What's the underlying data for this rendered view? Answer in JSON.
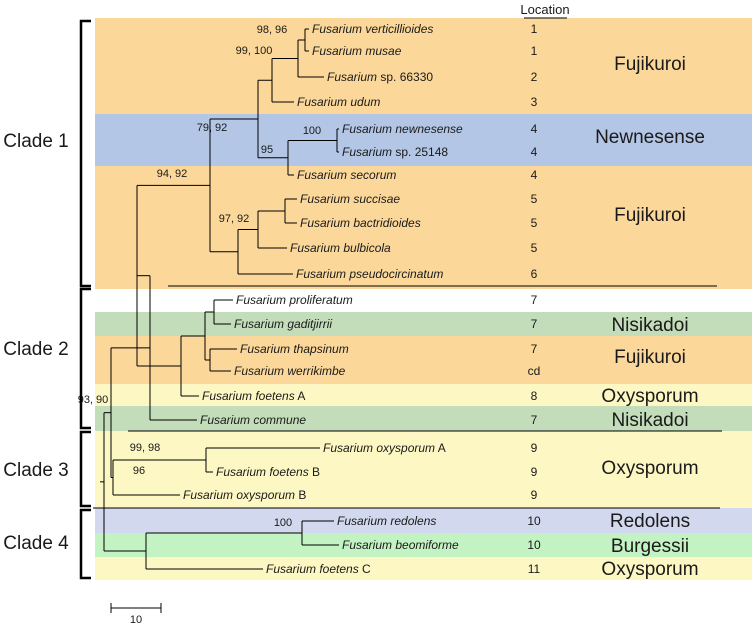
{
  "header": {
    "location_label": "Location"
  },
  "colors": {
    "fujikuroi": "#fbd89a",
    "newnesense": "#b3c6e6",
    "nisikadoi": "#c3dcba",
    "oxysporum": "#fdf7c3",
    "redolens": "#d2d9ee",
    "burgessii": "#c3f2c3",
    "line": "#000000"
  },
  "clades": [
    {
      "label": "Clade 1"
    },
    {
      "label": "Clade 2"
    },
    {
      "label": "Clade 3"
    },
    {
      "label": "Clade 4"
    }
  ],
  "taxa": [
    {
      "genus": "Fusarium",
      "epithet": "verticillioides",
      "qualifier": "",
      "location": "1"
    },
    {
      "genus": "Fusarium",
      "epithet": "musae",
      "qualifier": "",
      "location": "1"
    },
    {
      "genus": "Fusarium",
      "epithet": "",
      "qualifier": "sp. 66330",
      "location": "2"
    },
    {
      "genus": "Fusarium",
      "epithet": "udum",
      "qualifier": "",
      "location": "3"
    },
    {
      "genus": "Fusarium",
      "epithet": "newnesense",
      "qualifier": "",
      "location": "4"
    },
    {
      "genus": "Fusarium",
      "epithet": "",
      "qualifier": "sp. 25148",
      "location": "4"
    },
    {
      "genus": "Fusarium",
      "epithet": "secorum",
      "qualifier": "",
      "location": "4"
    },
    {
      "genus": "Fusarium",
      "epithet": "succisae",
      "qualifier": "",
      "location": "5"
    },
    {
      "genus": "Fusarium",
      "epithet": "bactridioides",
      "qualifier": "",
      "location": "5"
    },
    {
      "genus": "Fusarium",
      "epithet": "bulbicola",
      "qualifier": "",
      "location": "5"
    },
    {
      "genus": "Fusarium",
      "epithet": "pseudocircinatum",
      "qualifier": "",
      "location": "6"
    },
    {
      "genus": "Fusarium",
      "epithet": "proliferatum",
      "qualifier": "",
      "location": "7"
    },
    {
      "genus": "Fusarium",
      "epithet": "gaditjirrii",
      "qualifier": "",
      "location": "7"
    },
    {
      "genus": "Fusarium",
      "epithet": "thapsinum",
      "qualifier": "",
      "location": "7"
    },
    {
      "genus": "Fusarium",
      "epithet": "werrikimbe",
      "qualifier": "",
      "location": "cd"
    },
    {
      "genus": "Fusarium",
      "epithet": "foetens",
      "qualifier": "A",
      "location": "8"
    },
    {
      "genus": "Fusarium",
      "epithet": "commune",
      "qualifier": "",
      "location": "7"
    },
    {
      "genus": "Fusarium",
      "epithet": "oxysporum",
      "qualifier": "A",
      "location": "9"
    },
    {
      "genus": "Fusarium",
      "epithet": "foetens",
      "qualifier": "B",
      "location": "9"
    },
    {
      "genus": "Fusarium",
      "epithet": "oxysporum",
      "qualifier": "B",
      "location": "9"
    },
    {
      "genus": "Fusarium",
      "epithet": "redolens",
      "qualifier": "",
      "location": "10"
    },
    {
      "genus": "Fusarium",
      "epithet": "beomiforme",
      "qualifier": "",
      "location": "10"
    },
    {
      "genus": "Fusarium",
      "epithet": "foetens",
      "qualifier": "C",
      "location": "11"
    }
  ],
  "groups": [
    {
      "name": "Fujikuroi",
      "color_key": "fujikuroi"
    },
    {
      "name": "Newnesense",
      "color_key": "newnesense"
    },
    {
      "name": "Fujikuroi",
      "color_key": "fujikuroi"
    },
    {
      "name": "Nisikadoi",
      "color_key": "nisikadoi"
    },
    {
      "name": "Fujikuroi",
      "color_key": "fujikuroi"
    },
    {
      "name": "Oxysporum",
      "color_key": "oxysporum"
    },
    {
      "name": "Nisikadoi",
      "color_key": "nisikadoi"
    },
    {
      "name": "Oxysporum",
      "color_key": "oxysporum"
    },
    {
      "name": "Redolens",
      "color_key": "redolens"
    },
    {
      "name": "Burgessii",
      "color_key": "burgessii"
    },
    {
      "name": "Oxysporum",
      "color_key": "oxysporum"
    }
  ],
  "support_values": [
    {
      "label": "98, 96"
    },
    {
      "label": "99, 100"
    },
    {
      "label": "79, 92"
    },
    {
      "label": "100"
    },
    {
      "label": "95"
    },
    {
      "label": "94, 92"
    },
    {
      "label": "97, 92"
    },
    {
      "label": "93, 90"
    },
    {
      "label": "99, 98"
    },
    {
      "label": "96"
    },
    {
      "label": "100"
    }
  ],
  "scale_bar": {
    "label": "10"
  }
}
